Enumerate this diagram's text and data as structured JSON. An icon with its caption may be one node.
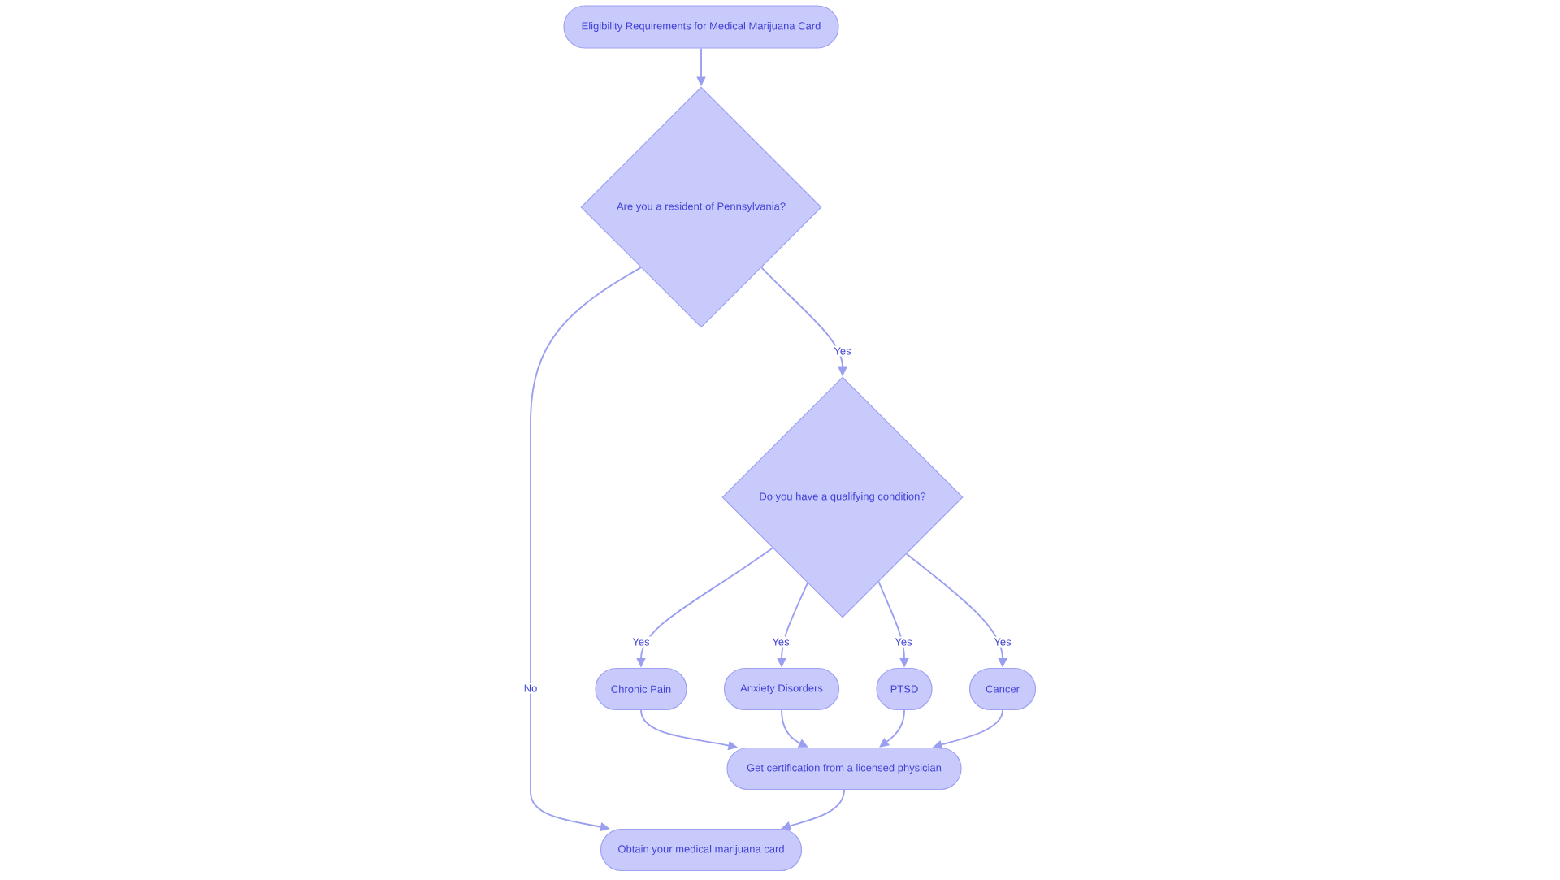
{
  "diagram": {
    "nodes": [
      {
        "text": [
          "Eligibility Requirements for Medical Marijuana Card"
        ]
      },
      {
        "text": [
          "Are you a resident of Pennsylvania?"
        ]
      },
      {
        "text": [
          "Do you have a qualifying condition?"
        ]
      },
      {
        "text": [
          "Chronic Pain"
        ]
      },
      {
        "text": [
          "Anxiety Disorders"
        ]
      },
      {
        "text": [
          "PTSD"
        ]
      },
      {
        "text": [
          "Cancer"
        ]
      },
      {
        "text": [
          "Get certification from a licensed physician"
        ]
      },
      {
        "text": [
          "Obtain your medical marijuana card"
        ]
      }
    ],
    "edges": [
      {
        "from": 0,
        "to": 1,
        "arrow": "to"
      },
      {
        "from": 1,
        "to": 2,
        "arrow": "to",
        "label": "Yes"
      },
      {
        "from": 1,
        "to": 8,
        "arrow": "to",
        "label": "No"
      },
      {
        "from": 2,
        "to": 3,
        "arrow": "to",
        "label": "Yes"
      },
      {
        "from": 2,
        "to": 4,
        "arrow": "to",
        "label": "Yes"
      },
      {
        "from": 2,
        "to": 5,
        "arrow": "to",
        "label": "Yes"
      },
      {
        "from": 2,
        "to": 6,
        "arrow": "to",
        "label": "Yes"
      },
      {
        "from": 3,
        "to": 7,
        "arrow": "to"
      },
      {
        "from": 4,
        "to": 7,
        "arrow": "to"
      },
      {
        "from": 5,
        "to": 7,
        "arrow": "to"
      },
      {
        "from": 6,
        "to": 7,
        "arrow": "to"
      },
      {
        "from": 7,
        "to": 8,
        "arrow": "to"
      }
    ]
  }
}
